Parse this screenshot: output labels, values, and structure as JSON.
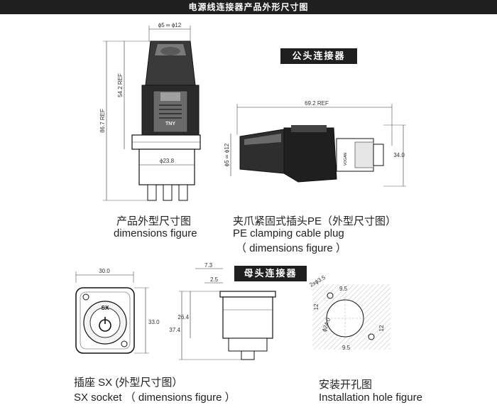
{
  "header": {
    "title": "电源线连接器产品外形尺寸图"
  },
  "tags": {
    "male": "公头连接器",
    "female": "母头连接器"
  },
  "captions": {
    "fig1_cn": "产品外型尺寸图",
    "fig1_en": "dimensions figure",
    "fig2_cn": "夹爪紧固式插头PE（外型尺寸图）",
    "fig2_en1": "PE  clamping cable plug",
    "fig2_en2": "（ dimensions figure ）",
    "fig3_cn": "插座 SX (外型尺寸图）",
    "fig3_en": "SX socket （ dimensions figure ）",
    "fig4_cn": "安装开孔图",
    "fig4_en": "Installation hole figure"
  },
  "dims": {
    "f1_top": "ϕ5 ∞ ϕ12",
    "f1_ref1": "54.2 REF",
    "f1_ref2": "86.7 REF",
    "f1_base": "ϕ23.8",
    "f1_mark": "TNY",
    "f2_len": "69.2 REF",
    "f2_dia": "ϕ5 ∞ ϕ12",
    "f2_h": "34.0",
    "f2_mark": "VOGAN",
    "f3_w": "30.0",
    "f3_h": "33.0",
    "f3_sx": "SX",
    "f4_a": "7.3",
    "f4_b": "2.5",
    "f4_c": "26.4",
    "f4_d": "37.4",
    "f5_holes": "2xϕ3.5",
    "f5_top": "9.5",
    "f5_bot": "9.5",
    "f5_left": "12",
    "f5_right": "12",
    "f5_dia": "ϕ24.0"
  }
}
